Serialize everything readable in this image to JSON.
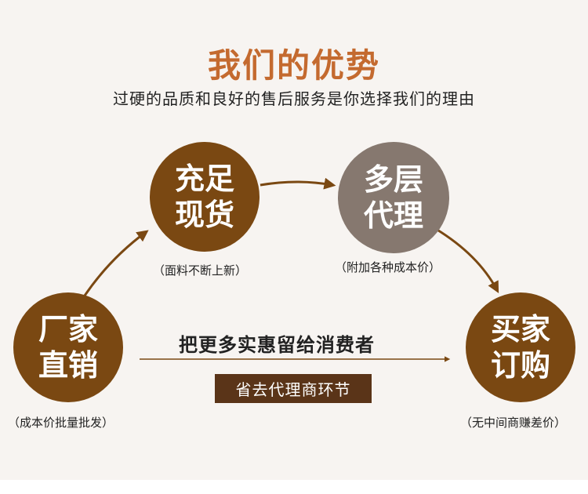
{
  "header": {
    "title": "我们的优势",
    "subtitle": "过硬的品质和良好的售后服务是你选择我们的理由"
  },
  "nodes": [
    {
      "id": "stock",
      "line1": "充足",
      "line2": "现货",
      "caption": "（面料不断上新）"
    },
    {
      "id": "agents",
      "line1": "多层",
      "line2": "代理",
      "caption": "（附加各种成本价）"
    },
    {
      "id": "factory",
      "line1": "厂家",
      "line2": "直销",
      "caption": "（成本价批量批发）"
    },
    {
      "id": "buyer",
      "line1": "买家",
      "line2": "订购",
      "caption": "（无中间商赚差价）"
    }
  ],
  "center": {
    "text": "把更多实惠留给消费者",
    "tag": "省去代理商环节"
  },
  "colors": {
    "title": "#c46a2f",
    "brown_circle": "#7a4812",
    "gray_circle": "#86786f",
    "arrow": "#7a4812",
    "tag_bg": "#5a3418",
    "background": "#f7f4f1"
  }
}
